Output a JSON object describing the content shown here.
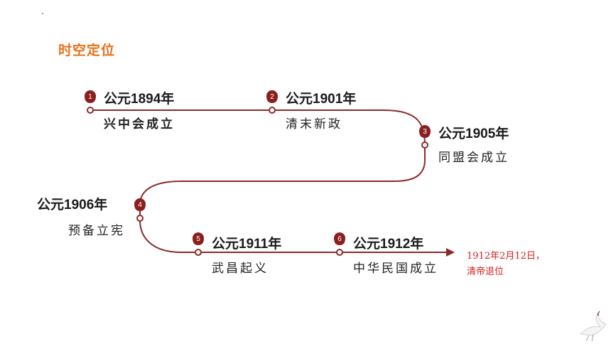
{
  "heading": "时空定位",
  "milestones": [
    {
      "num": "1",
      "year": "公元1894年",
      "event": "兴中会成立"
    },
    {
      "num": "2",
      "year": "公元1901年",
      "event": "清末新政"
    },
    {
      "num": "3",
      "year": "公元1905年",
      "event": "同盟会成立"
    },
    {
      "num": "4",
      "year": "公元1906年",
      "event": "预备立宪"
    },
    {
      "num": "5",
      "year": "公元1911年",
      "event": "武昌起义"
    },
    {
      "num": "6",
      "year": "公元1912年",
      "event": "中华民国成立"
    }
  ],
  "note": {
    "line1": "1912年2月12日，",
    "line2": "清帝退位"
  },
  "colors": {
    "line": "#8b2a2a",
    "badge": "#8b1f1f",
    "heading": "#e8721c",
    "note": "#d21f1f"
  },
  "decoration": {
    "icon": "crane-icon"
  }
}
